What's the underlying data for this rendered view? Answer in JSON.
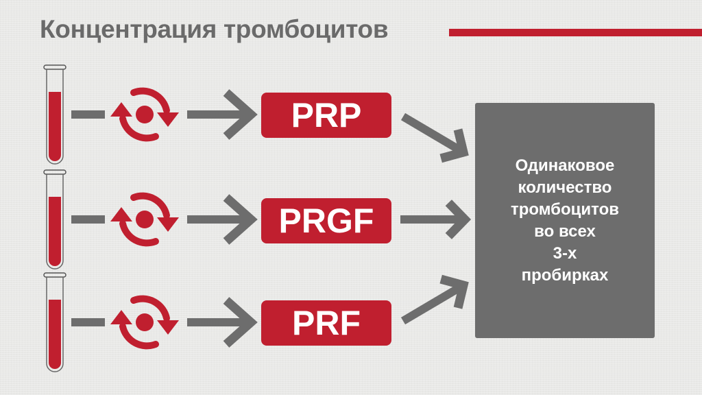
{
  "title": "Концентрация тромбоцитов",
  "colors": {
    "accent": "#c01f2f",
    "gray": "#6d6d6d",
    "text": "#6a6a6a"
  },
  "rows": [
    {
      "label": "PRP",
      "icons": [
        "test-tube-icon",
        "centrifuge-rotate-icon",
        "arrow-right-icon"
      ]
    },
    {
      "label": "PRGF",
      "icons": [
        "test-tube-icon",
        "centrifuge-rotate-icon",
        "arrow-right-icon"
      ]
    },
    {
      "label": "PRF",
      "icons": [
        "test-tube-icon",
        "centrifuge-rotate-icon",
        "arrow-right-icon"
      ]
    }
  ],
  "result": {
    "lines": [
      "Одинаковое",
      "количество",
      "тромбоцитов",
      "во всех",
      "3-х",
      "пробирках"
    ]
  }
}
